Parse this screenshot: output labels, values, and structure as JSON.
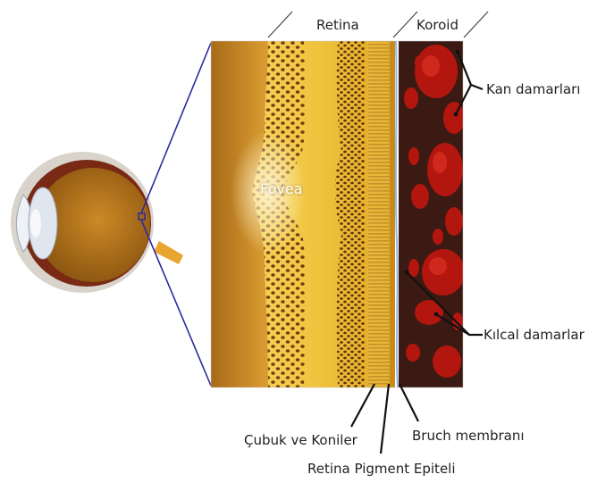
{
  "labels": {
    "retina": "Retina",
    "koroid": "Koroid",
    "fovea": "Fovea",
    "kan_damarlari": "Kan damarları",
    "kilcal_damarlar": "Kılcal damarlar",
    "cubuk_ve_koniler": "Çubuk ve Koniler",
    "bruch_membrani": "Bruch membranı",
    "retina_pigment_epiteli": "Retina Pigment Epiteli"
  },
  "colors": {
    "retina_yellow": "#f2c53a",
    "retina_deep": "#d9a21e",
    "choroid_dark": "#3a1a12",
    "blood": "#b3160f",
    "membrane": "#8fb8e8",
    "zoom_lines": "#2a2aa0"
  }
}
